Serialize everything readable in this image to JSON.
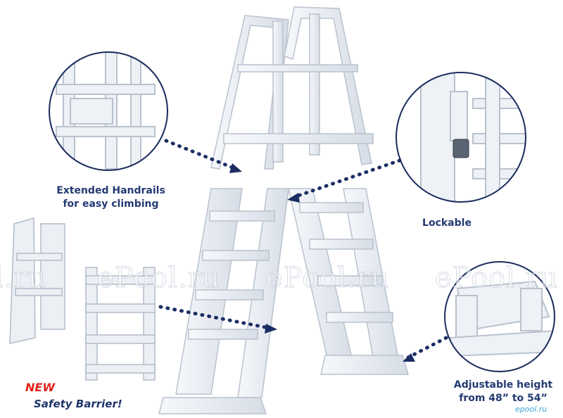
{
  "labels": {
    "handrails": [
      "Extended Handrails",
      "for easy climbing"
    ],
    "lockable": "Lockable",
    "height": [
      "Adjustable height",
      "from 48” to 54”"
    ],
    "new": "NEW",
    "barrier": "Safety Barrier!"
  },
  "watermarks": [
    "l.ru",
    "ePool.ru",
    "ePool.ru",
    "ePool.ru"
  ],
  "site_logo": "epool.ru",
  "colors": {
    "label_text": "#243a73",
    "new_text": "#e32119",
    "callout_ring": "#1a2c5e",
    "dots": "#1b2d63",
    "ladder": "#eef1f5",
    "ladder_shade": "#c9d0da"
  }
}
